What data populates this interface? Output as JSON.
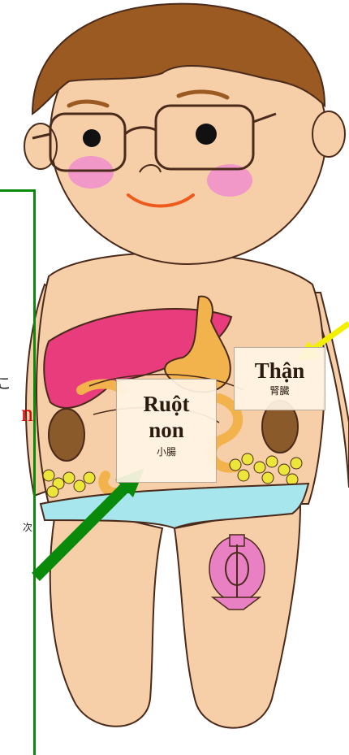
{
  "labels": {
    "small_intestine": {
      "vi": "Ruột\nnon",
      "vi_line1": "Ruột",
      "vi_line2": "non",
      "zh": "小腸"
    },
    "kidney": {
      "vi": "Thận",
      "zh": "腎臓"
    }
  },
  "cut_text": {
    "line1": "こ",
    "line2": "n",
    "line3": "次"
  },
  "colors": {
    "frame_green": "#0a8a0a",
    "arrow_green": "#0a8a0a",
    "arrow_yellow": "#f2ef00",
    "skin": "#f6cfa8",
    "hair": "#9b5a22",
    "liver": "#e83c7c",
    "stomach": "#f2b24c",
    "fat": "#ece63a",
    "underwear": "#a8e6ee",
    "bladder_mark": "#ea80c4"
  },
  "icons": [
    "arrow-icon",
    "arrow-icon"
  ]
}
